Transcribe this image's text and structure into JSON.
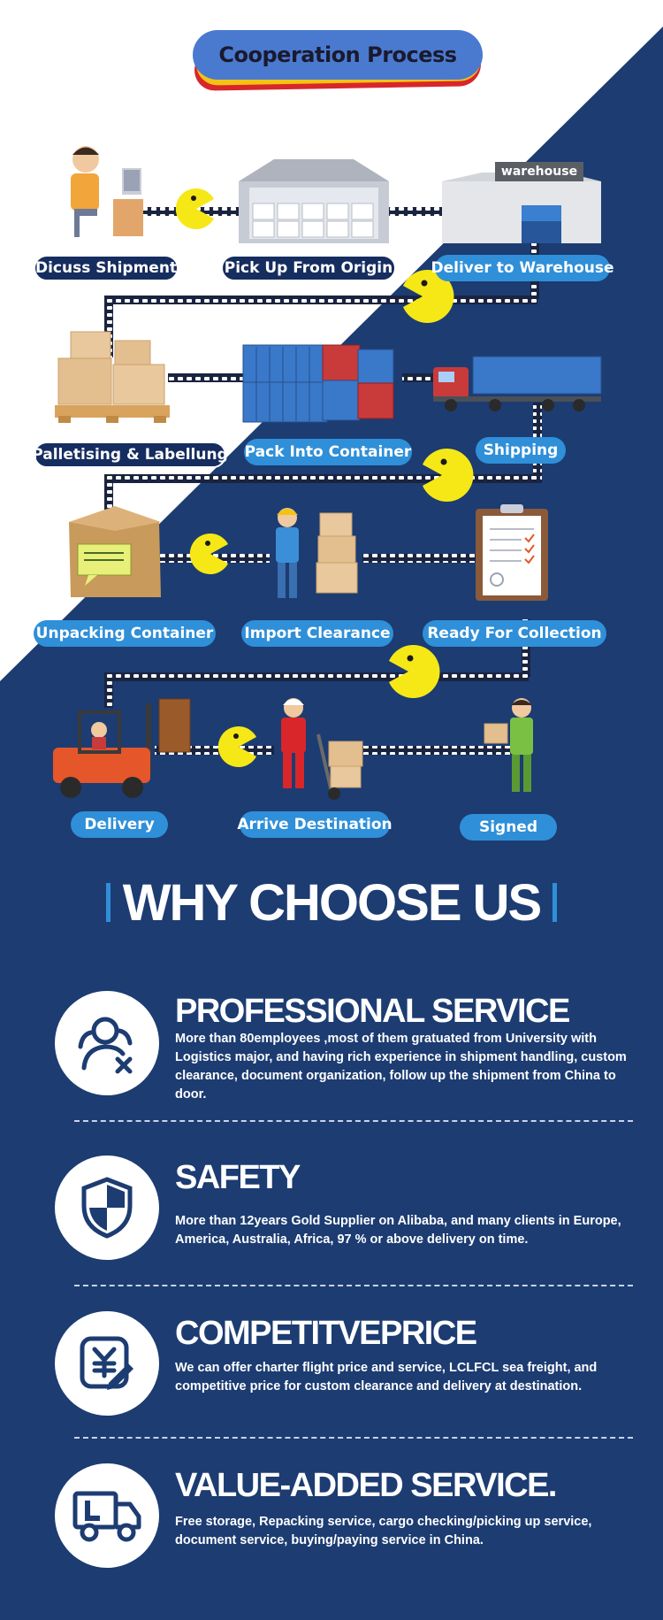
{
  "process": {
    "title": "Cooperation Process",
    "warehouse_sign": "warehouse",
    "steps": [
      {
        "label": "Dicuss Shipment"
      },
      {
        "label": "Pick Up From Origin"
      },
      {
        "label": "Deliver to Warehouse"
      },
      {
        "label": "Palletising & Labellung"
      },
      {
        "label": "Pack Into Container"
      },
      {
        "label": "Shipping"
      },
      {
        "label": "Unpacking Container"
      },
      {
        "label": "Import Clearance"
      },
      {
        "label": "Ready For Collection"
      },
      {
        "label": "Delivery"
      },
      {
        "label": "Arrive Destination"
      },
      {
        "label": "Signed"
      }
    ]
  },
  "why": {
    "title": "WHY CHOOSE US",
    "features": [
      {
        "icon": "team-service-icon",
        "title": "PROFESSIONAL SERVICE",
        "desc": "More than 80employees ,most of them gratuated from University with Logistics major, and having rich experience in shipment handling, custom clearance, document organization, follow up the shipment from China to door."
      },
      {
        "icon": "shield-icon",
        "title": "SAFETY",
        "desc": "More than 12years Gold Supplier on Alibaba, and many clients in Europe, America, Australia, Africa, 97 % or above delivery on time."
      },
      {
        "icon": "yen-price-icon",
        "title": "COMPETITVEPRICE",
        "desc": "We can offer charter flight price and service, LCLFCL sea freight, and competitive price for custom clearance and delivery at destination."
      },
      {
        "icon": "delivery-truck-icon",
        "title": "VALUE-ADDED SERVICE.",
        "desc": "Free storage, Repacking service, cargo checking/picking up service, document service, buying/paying service in China."
      }
    ]
  },
  "colors": {
    "navy": "#1c3c72",
    "accent_blue": "#2f8fd8",
    "pacman_yellow": "#f6e816",
    "title_blue": "#4a7ad0"
  }
}
